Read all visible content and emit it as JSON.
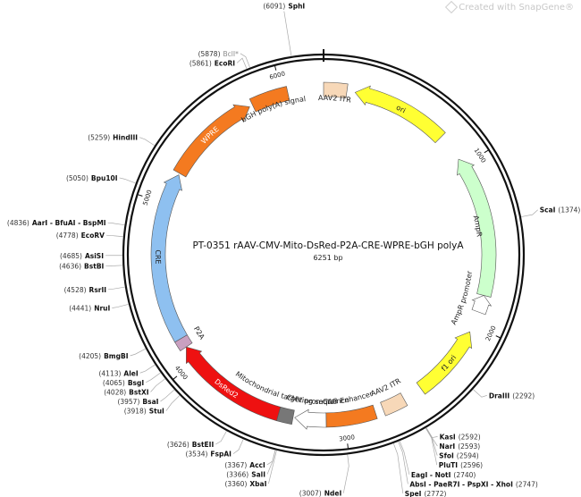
{
  "watermark": "Created with SnapGene®",
  "plasmid": {
    "name": "PT-0351   rAAV-CMV-Mito-DsRed-P2A-CRE-WPRE-bGH polyA",
    "size": "6251 bp",
    "total_bp": 6251
  },
  "ruler": [
    {
      "pos": 1000,
      "label": "1000"
    },
    {
      "pos": 2000,
      "label": "2000"
    },
    {
      "pos": 3000,
      "label": "3000"
    },
    {
      "pos": 4000,
      "label": "4000"
    },
    {
      "pos": 5000,
      "label": "5000"
    },
    {
      "pos": 6000,
      "label": "6000"
    }
  ],
  "features": [
    {
      "id": "aav2-itr-right",
      "label": "AAV2 ITR",
      "start": 0,
      "end": 141,
      "color": "#f7d8b8",
      "arrow": false,
      "dir": 1,
      "label_inside": false
    },
    {
      "id": "ori",
      "label": "ori",
      "start": 191,
      "end": 780,
      "color": "#ffff33",
      "arrow": true,
      "dir": -1,
      "label_inside": true,
      "label_color": "#222222"
    },
    {
      "id": "ampr",
      "label": "AmpR",
      "start": 950,
      "end": 1810,
      "color": "#ccffcc",
      "arrow": true,
      "dir": -1,
      "label_inside": false
    },
    {
      "id": "ampr-promoter",
      "label": "AmpR promoter",
      "start": 1810,
      "end": 1915,
      "color": "#ffffff",
      "arrow": true,
      "dir": -1,
      "label_inside": false
    },
    {
      "id": "f1-ori",
      "label": "f1 ori",
      "start": 2045,
      "end": 2500,
      "color": "#ffff33",
      "arrow": true,
      "dir": -1,
      "label_inside": true,
      "label_color": "#222222"
    },
    {
      "id": "aav2-itr-left",
      "label": "AAV2 ITR",
      "start": 2620,
      "end": 2760,
      "color": "#f7d8b8",
      "arrow": false,
      "dir": 1,
      "label_inside": false
    },
    {
      "id": "cag-enhancer",
      "label": "CAG Enhancer",
      "start": 2810,
      "end": 3110,
      "color": "#f47a20",
      "arrow": false,
      "dir": 1,
      "label_inside": false
    },
    {
      "id": "cmv-promoter",
      "label": "CMV promoter",
      "start": 3110,
      "end": 3300,
      "color": "#ffffff",
      "arrow": true,
      "dir": 1,
      "label_inside": false
    },
    {
      "id": "mito-seq",
      "label": "Mitochondrial targeting sequence",
      "start": 3310,
      "end": 3400,
      "color": "#777777",
      "arrow": false,
      "dir": 1,
      "label_inside": false
    },
    {
      "id": "dsred2",
      "label": "DsRed2",
      "start": 3400,
      "end": 4100,
      "color": "#ee1111",
      "arrow": true,
      "dir": 1,
      "label_inside": true,
      "label_color": "#ffffff"
    },
    {
      "id": "p2a",
      "label": "P2A",
      "start": 4100,
      "end": 4160,
      "color": "#c9a0c0",
      "arrow": false,
      "dir": 1,
      "label_inside": false
    },
    {
      "id": "cre",
      "label": "CRE",
      "start": 4160,
      "end": 5190,
      "color": "#8ec0f0",
      "arrow": true,
      "dir": 1,
      "label_inside": true,
      "label_color": "#222222"
    },
    {
      "id": "wpre",
      "label": "WPRE",
      "start": 5200,
      "end": 5790,
      "color": "#f47a20",
      "arrow": true,
      "dir": 1,
      "label_inside": true,
      "label_color": "#ffffff"
    },
    {
      "id": "bgh-polya",
      "label": "bGH poly(A) signal",
      "start": 5810,
      "end": 6035,
      "color": "#f47a20",
      "arrow": false,
      "dir": 1,
      "label_inside": false
    }
  ],
  "sites": [
    {
      "pos": 6091,
      "name": "SphI",
      "coord": "(6091)",
      "side": "top",
      "gray": false
    },
    {
      "pos": 5878,
      "name": "BclI*",
      "coord": "(5878)",
      "side": "left",
      "gray": true
    },
    {
      "pos": 5861,
      "name": "EcoRI",
      "coord": "(5861)",
      "side": "left",
      "gray": false
    },
    {
      "pos": 5259,
      "name": "HindIII",
      "coord": "(5259)",
      "side": "left",
      "gray": false
    },
    {
      "pos": 5050,
      "name": "Bpu10I",
      "coord": "(5050)",
      "side": "left",
      "gray": false
    },
    {
      "pos": 4836,
      "name": "AarI - BfuAI - BspMI",
      "coord": "(4836)",
      "side": "left",
      "gray": false
    },
    {
      "pos": 4778,
      "name": "EcoRV",
      "coord": "(4778)",
      "side": "left",
      "gray": false
    },
    {
      "pos": 4685,
      "name": "AsiSI",
      "coord": "(4685)",
      "side": "left",
      "gray": false
    },
    {
      "pos": 4636,
      "name": "BstBI",
      "coord": "(4636)",
      "side": "left",
      "gray": false
    },
    {
      "pos": 4528,
      "name": "RsrII",
      "coord": "(4528)",
      "side": "left",
      "gray": false
    },
    {
      "pos": 4441,
      "name": "NruI",
      "coord": "(4441)",
      "side": "left",
      "gray": false
    },
    {
      "pos": 4205,
      "name": "BmgBI",
      "coord": "(4205)",
      "side": "left",
      "gray": false
    },
    {
      "pos": 4113,
      "name": "AleI",
      "coord": "(4113)",
      "side": "left",
      "gray": false
    },
    {
      "pos": 4065,
      "name": "BsgI",
      "coord": "(4065)",
      "side": "left",
      "gray": false
    },
    {
      "pos": 4028,
      "name": "BstXI",
      "coord": "(4028)",
      "side": "left",
      "gray": false
    },
    {
      "pos": 3957,
      "name": "BsaI",
      "coord": "(3957)",
      "side": "left",
      "gray": false
    },
    {
      "pos": 3918,
      "name": "StuI",
      "coord": "(3918)",
      "side": "left",
      "gray": false
    },
    {
      "pos": 3626,
      "name": "BstEII",
      "coord": "(3626)",
      "side": "left",
      "gray": false
    },
    {
      "pos": 3534,
      "name": "FspAI",
      "coord": "(3534)",
      "side": "left",
      "gray": false
    },
    {
      "pos": 3367,
      "name": "AccI",
      "coord": "(3367)",
      "side": "left",
      "gray": false
    },
    {
      "pos": 3366,
      "name": "SalI",
      "coord": "(3366)",
      "side": "left",
      "gray": false
    },
    {
      "pos": 3360,
      "name": "XbaI",
      "coord": "(3360)",
      "side": "left",
      "gray": false
    },
    {
      "pos": 3007,
      "name": "NdeI",
      "coord": "(3007)",
      "side": "left",
      "gray": false
    },
    {
      "pos": 2772,
      "name": "SpeI",
      "coord": "(2772)",
      "side": "right",
      "gray": false
    },
    {
      "pos": 2747,
      "name": "AbsI - PaeR7I - PspXI - XhoI",
      "coord": "(2747)",
      "side": "right",
      "gray": false
    },
    {
      "pos": 2740,
      "name": "EagI - NotI",
      "coord": "(2740)",
      "side": "right",
      "gray": false
    },
    {
      "pos": 2596,
      "name": "PluTI",
      "coord": "(2596)",
      "side": "right",
      "gray": false
    },
    {
      "pos": 2594,
      "name": "SfoI",
      "coord": "(2594)",
      "side": "right",
      "gray": false
    },
    {
      "pos": 2593,
      "name": "NarI",
      "coord": "(2593)",
      "side": "right",
      "gray": false
    },
    {
      "pos": 2592,
      "name": "KasI",
      "coord": "(2592)",
      "side": "right",
      "gray": false
    },
    {
      "pos": 2292,
      "name": "DraIII",
      "coord": "(2292)",
      "side": "right",
      "gray": false
    },
    {
      "pos": 1374,
      "name": "ScaI",
      "coord": "(1374)",
      "side": "right",
      "gray": false
    }
  ]
}
